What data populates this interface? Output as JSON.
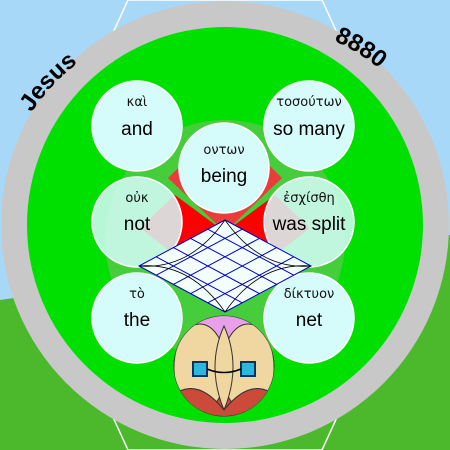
{
  "colors": {
    "sky": "#a8d8f8",
    "grass": "#4cb82c",
    "ring": "#c8c8c8",
    "inner": "#00e000",
    "bubble": "#d6fbfb",
    "red": "#ff0000",
    "veil": "#c8a8a8",
    "face": "#cc4a3a",
    "skin": "#f0d6a0",
    "eye": "#2ab8e0",
    "hat": "#e8a0e8"
  },
  "ring_text": {
    "left": "Jesus",
    "right": "8880"
  },
  "words": [
    {
      "id": "and",
      "greek": "καὶ",
      "english": "and"
    },
    {
      "id": "so-many",
      "greek": "τοσούτων",
      "english": "so many"
    },
    {
      "id": "being",
      "greek": "οντων",
      "english": "being"
    },
    {
      "id": "not",
      "greek": "οὐκ",
      "english": "not"
    },
    {
      "id": "was-split",
      "greek": "ἐσχίσθη",
      "english": "was split"
    },
    {
      "id": "the",
      "greek": "τὸ",
      "english": "the"
    },
    {
      "id": "net",
      "greek": "δίκτυον",
      "english": "net"
    }
  ],
  "icons": {
    "net": "net-grid-icon",
    "fish": "fish-face-icon"
  }
}
